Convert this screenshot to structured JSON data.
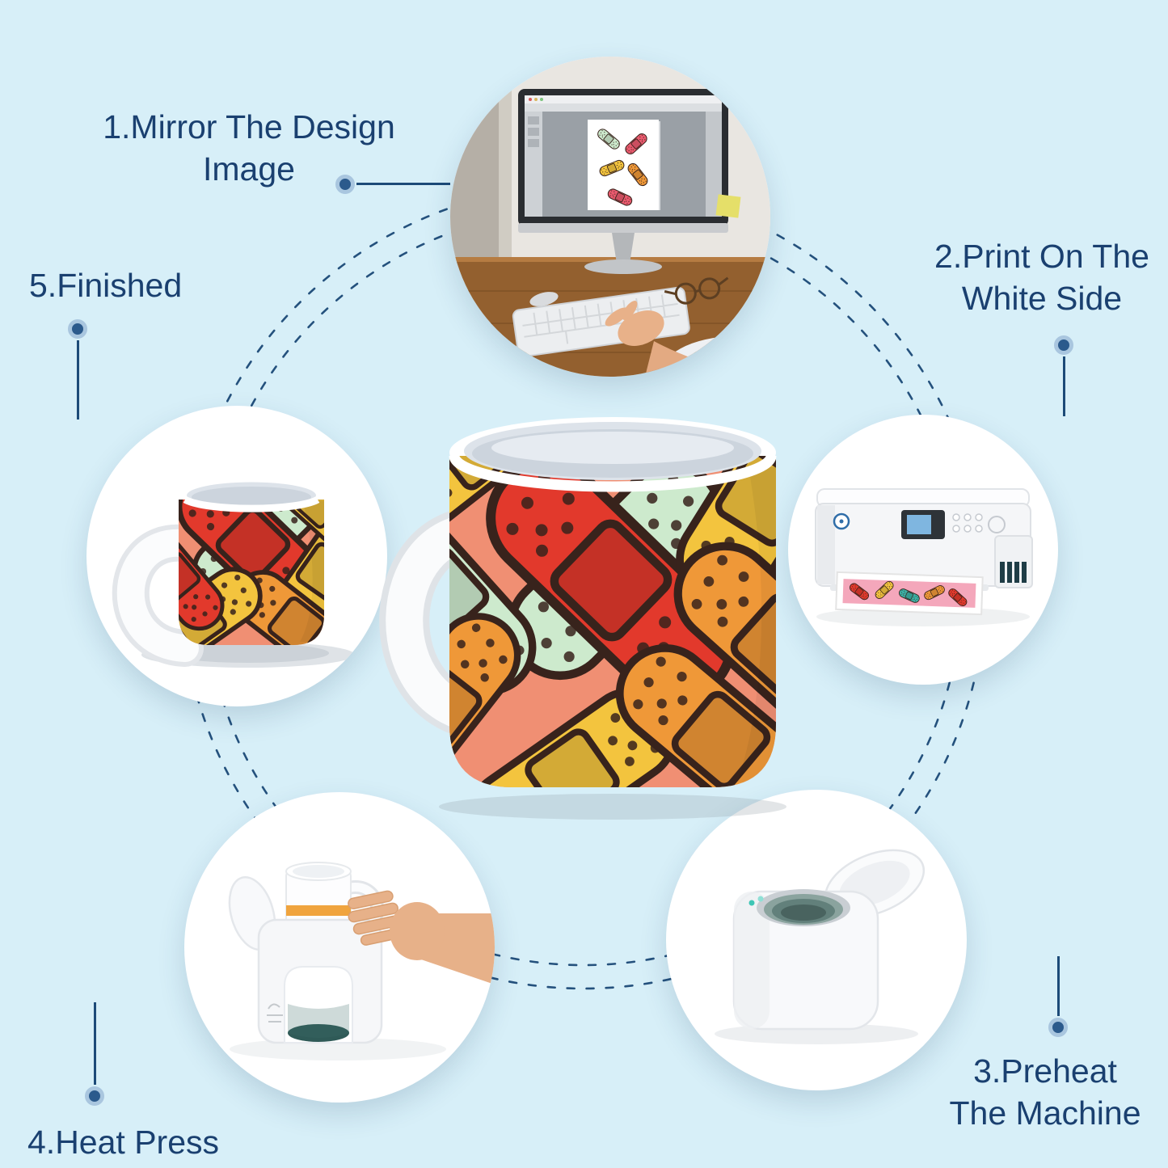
{
  "title": "Sublimation mug printing steps infographic",
  "colors": {
    "background": "#d7eff8",
    "label_text": "#1a4070",
    "connector_line": "#1c4a78",
    "mug_coral": "#f08f73",
    "bandage_red": "#e2392c",
    "bandage_mint": "#cdeacd",
    "bandage_yellow": "#f3c43e",
    "bandage_orange": "#ef9838",
    "bandage_outline": "#38231c"
  },
  "steps": [
    {
      "num": "1",
      "lines": [
        "1.Mirror The Design",
        "Image"
      ],
      "illustration": "computer-monitor-with-mirrored-design"
    },
    {
      "num": "2",
      "lines": [
        "2.Print On The",
        "White Side"
      ],
      "illustration": "inkjet-printer-printing-bandage-pattern"
    },
    {
      "num": "3",
      "lines": [
        "3.Preheat",
        "The Machine"
      ],
      "illustration": "mug-heat-press-machine-open"
    },
    {
      "num": "4",
      "lines": [
        "4.Heat Press"
      ],
      "illustration": "mug-inside-heat-press-with-hand"
    },
    {
      "num": "5",
      "lines": [
        "5.Finished"
      ],
      "illustration": "finished-bandage-pattern-mug"
    }
  ],
  "center": {
    "illustration": "large-coral-mug-with-bandage-pattern"
  }
}
